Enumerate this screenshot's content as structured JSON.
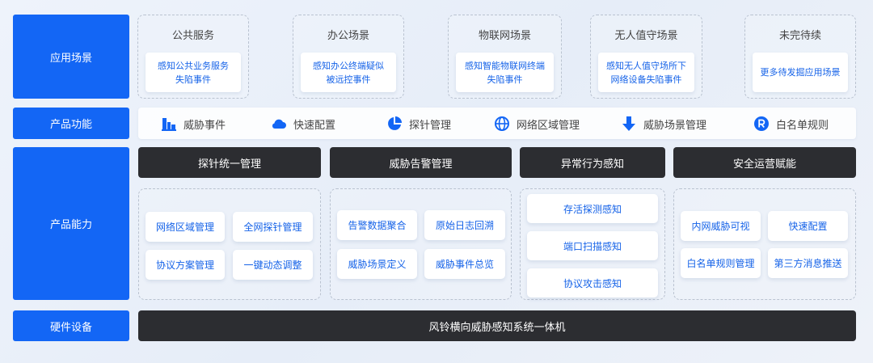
{
  "row_labels": {
    "scenarios": "应用场景",
    "functions": "产品功能",
    "capabilities": "产品能力",
    "hardware": "硬件设备"
  },
  "scenarios": [
    {
      "title": "公共服务",
      "card": "感知公共业务服务\n失陷事件"
    },
    {
      "title": "办公场景",
      "card": "感知办公终端疑似\n被远控事件"
    },
    {
      "title": "物联网场景",
      "card": "感知智能物联网终端\n失陷事件"
    },
    {
      "title": "无人值守场景",
      "card": "感知无人值守场所下\n网络设备失陷事件"
    },
    {
      "title": "未完待续",
      "card": "更多待发掘应用场景"
    }
  ],
  "functions": [
    {
      "label": "威胁事件",
      "icon": "building-chart-icon"
    },
    {
      "label": "快速配置",
      "icon": "cloud-icon"
    },
    {
      "label": "探针管理",
      "icon": "pie-chart-icon"
    },
    {
      "label": "网络区域管理",
      "icon": "globe-icon"
    },
    {
      "label": "威胁场景管理",
      "icon": "arrow-down-icon"
    },
    {
      "label": "白名单规则",
      "icon": "r-circle-icon"
    }
  ],
  "capability_heads": [
    "探针统一管理",
    "威胁告警管理",
    "异常行为感知",
    "安全运营赋能"
  ],
  "capability_groups": [
    [
      "网络区域管理",
      "全网探针管理",
      "协议方案管理",
      "一键动态调整"
    ],
    [
      "告警数据聚合",
      "原始日志回溯",
      "威胁场景定义",
      "威胁事件总览"
    ],
    [
      "存活探测感知",
      "端口扫描感知",
      "协议攻击感知"
    ],
    [
      "内网威胁可视",
      "快速配置",
      "白名单规则管理",
      "第三方消息推送"
    ]
  ],
  "hardware": "风铃横向威胁感知系统一体机",
  "colors": {
    "accent": "#1366f5",
    "card_text": "#1663e8",
    "dark": "#2c2d31"
  }
}
